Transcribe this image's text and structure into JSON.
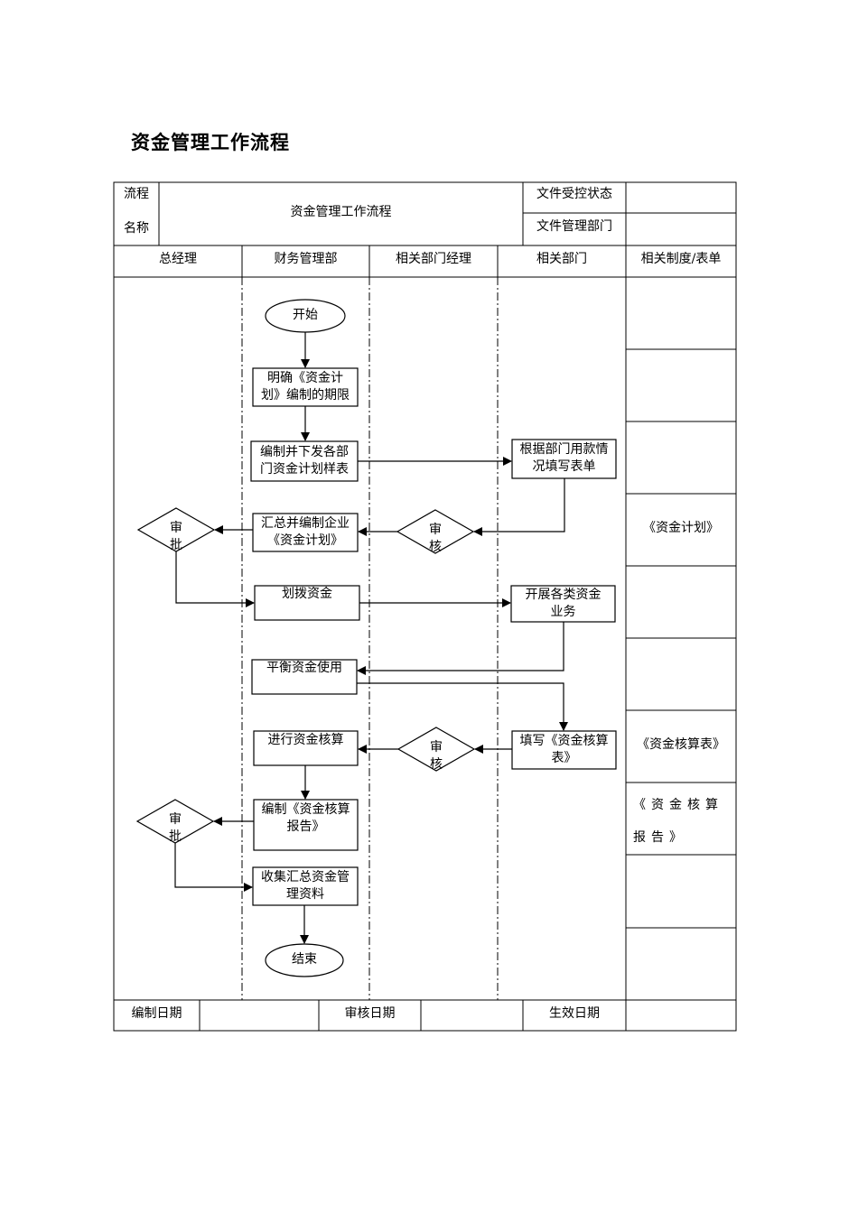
{
  "title": "资金管理工作流程",
  "header": {
    "process_label_1": "流程",
    "process_label_2": "名称",
    "process_name": "资金管理工作流程",
    "doc_status_label": "文件受控状态",
    "doc_dept_label": "文件管理部门"
  },
  "lanes": [
    "总经理",
    "财务管理部",
    "相关部门经理",
    "相关部门",
    "相关制度/表单"
  ],
  "nodes": {
    "start": "开始",
    "define_deadline": "明确《资金计划》编制的期限",
    "issue_templates": "编制并下发各部门资金计划样表",
    "fill_form": "根据部门用款情况填写表单",
    "review1": "审核",
    "compile_plan": "汇总并编制企业《资金计划》",
    "approve1": "审批",
    "allocate_funds": "划拨资金",
    "carry_business": "开展各类资金业务",
    "balance_funds": "平衡资金使用",
    "fill_accounting": "填写《资金核算表》",
    "review2": "审核",
    "accounting": "进行资金核算",
    "compile_report": "编制《资金核算报告》",
    "approve2": "审批",
    "collect_data": "收集汇总资金管理资料",
    "end": "结束"
  },
  "forms": [
    "",
    "",
    "",
    "《资金计划》",
    "",
    "",
    "《资金核算表》",
    "《资金核算报告》",
    "",
    ""
  ],
  "footer": {
    "prepared_date": "编制日期",
    "review_date": "审核日期",
    "effective_date": "生效日期"
  }
}
